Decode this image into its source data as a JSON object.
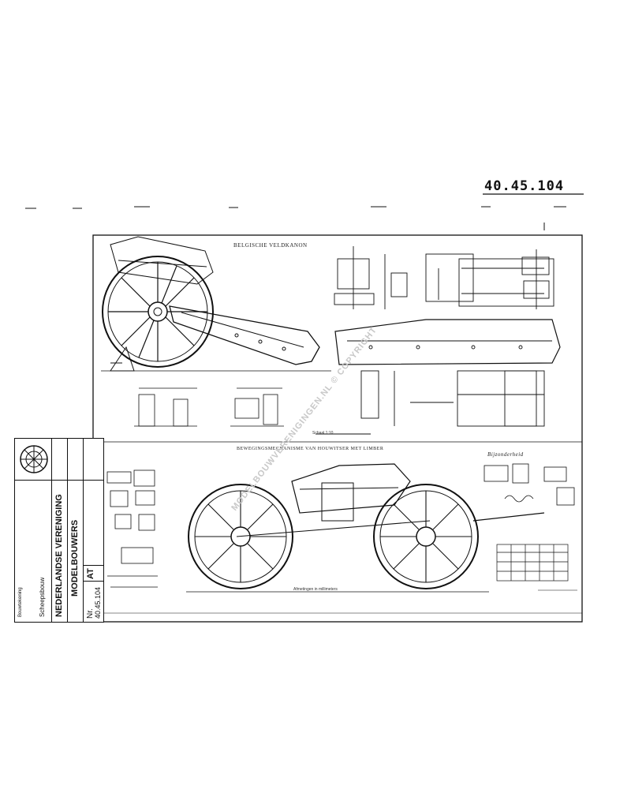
{
  "header": {
    "drawing_number": "40.45.104"
  },
  "drawing": {
    "top_title": "BELGISCHE VELDKANON",
    "lower_title": "BEWEGINGSMECHANISME VAN HOUWITSER MET LIMBER",
    "detail_label_right": "Bijzonderheid",
    "scale_note": "Schaal 1:10",
    "bottom_note": "Afmetingen in millimeters"
  },
  "watermark": {
    "text": "MODELBOUWVERENIGINGEN.NL © COPYRIGHT"
  },
  "title_block": {
    "association_line1": "NEDERLANDSE VERENIGING",
    "association_line2": "MODELBOUWERS",
    "collection": "Scheepsbouw",
    "drawing_code_label": "AT",
    "number_label": "Nr.",
    "number_value": "40.45.104",
    "heading": "Bouwtekening"
  },
  "colors": {
    "ink": "#111111",
    "paper": "#ffffff",
    "watermark": "#c8c8c8"
  }
}
